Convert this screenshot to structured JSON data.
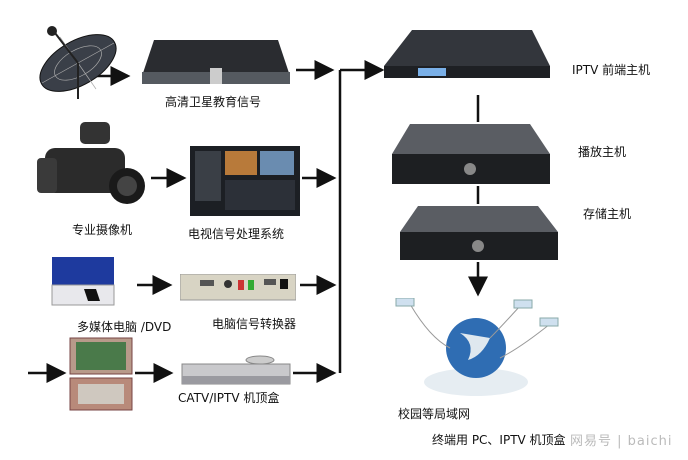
{
  "sources": [
    {
      "device": "高清卫星教育信号"
    },
    {
      "source": "专业摄像机",
      "device": "电视信号处理系统"
    },
    {
      "source": "多媒体电脑 /DVD",
      "device": "电脑信号转换器"
    },
    {
      "device": "CATV/IPTV 机顶盒"
    }
  ],
  "servers": {
    "frontend": "IPTV 前端主机",
    "playback": "播放主机",
    "storage": "存储主机"
  },
  "network": {
    "lan": "校园等局域网",
    "terminals": "终端用 PC、IPTV 机顶盒"
  },
  "watermark": "网易号 | baichi"
}
